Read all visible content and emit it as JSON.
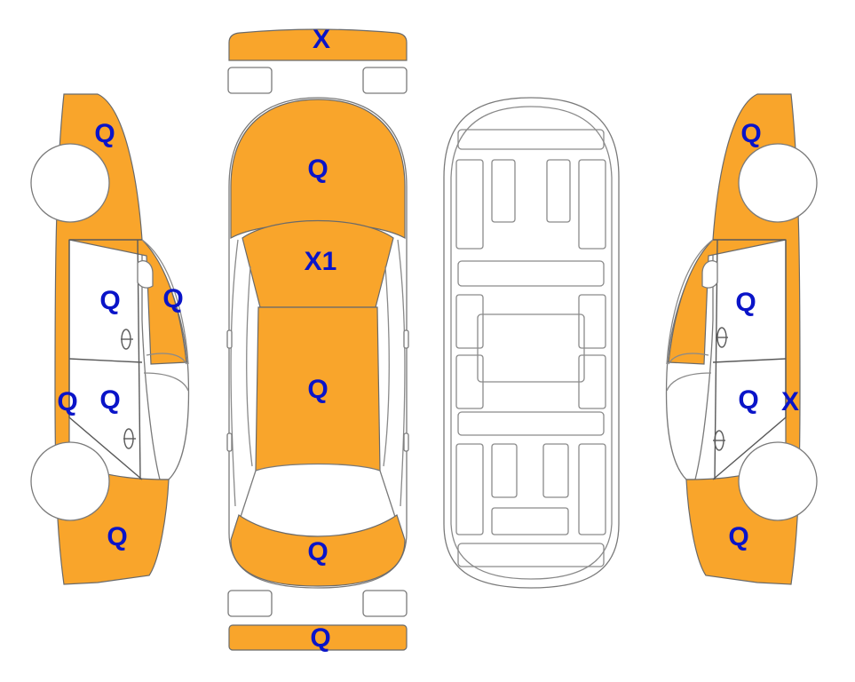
{
  "colors": {
    "damaged_fill": "#F9A52B",
    "mark_color": "#0A14C8",
    "outline": "#7a7a7a"
  },
  "marks": {
    "front_bumper": "X",
    "hood": "Q",
    "windshield": "X1",
    "roof": "Q",
    "trunk": "Q",
    "rear_bumper": "Q",
    "left_front_fender": "Q",
    "left_front_door": "Q",
    "left_front_window": "Q",
    "left_rear_door": "Q",
    "left_rocker": "Q",
    "left_rear_quarter": "Q",
    "right_front_fender": "Q",
    "right_front_door": "Q",
    "right_rear_door": "Q",
    "right_rocker": "X",
    "right_rear_quarter": "Q"
  }
}
